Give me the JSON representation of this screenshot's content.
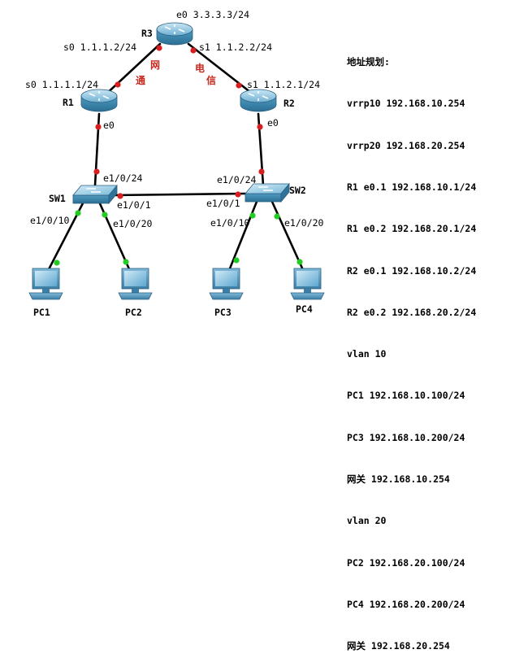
{
  "routers": {
    "r3": {
      "name": "R3",
      "e0": "e0 3.3.3.3/24",
      "s0": "s0 1.1.1.2/24",
      "s1": "s1 1.1.2.2/24"
    },
    "r1": {
      "name": "R1",
      "s0": "s0 1.1.1.1/24",
      "e0": "e0"
    },
    "r2": {
      "name": "R2",
      "s1": "s1 1.1.2.1/24",
      "e0": "e0"
    }
  },
  "isp": {
    "left": [
      "网",
      "通"
    ],
    "right": [
      "电",
      "信"
    ]
  },
  "switches": {
    "sw1": {
      "name": "SW1",
      "up": "e1/0/24",
      "trunk": "e1/0/1",
      "p10": "e1/0/10",
      "p20": "e1/0/20"
    },
    "sw2": {
      "name": "SW2",
      "up": "e1/0/24",
      "trunk": "e1/0/1",
      "p10": "e1/0/10",
      "p20": "e1/0/20"
    }
  },
  "pcs": [
    "PC1",
    "PC2",
    "PC3",
    "PC4"
  ],
  "plan": {
    "title": "地址规划:",
    "lines": [
      "vrrp10 192.168.10.254",
      "vrrp20 192.168.20.254",
      "R1 e0.1 192.168.10.1/24",
      "R1 e0.2 192.168.20.1/24",
      "R2 e0.1 192.168.10.2/24",
      "R2 e0.2 192.168.20.2/24",
      "vlan 10",
      "PC1 192.168.10.100/24",
      "PC3 192.168.10.200/24",
      "网关 192.168.10.254",
      "vlan 20",
      "PC2 192.168.20.100/24",
      "PC4 192.168.20.200/24",
      "网关 192.168.20.254"
    ]
  },
  "colors": {
    "link": "#000000",
    "serial_dot": "#d81e1e",
    "access_dot": "#22cc22",
    "isp_text": "#c8281e",
    "device": "#3f8fb5"
  }
}
